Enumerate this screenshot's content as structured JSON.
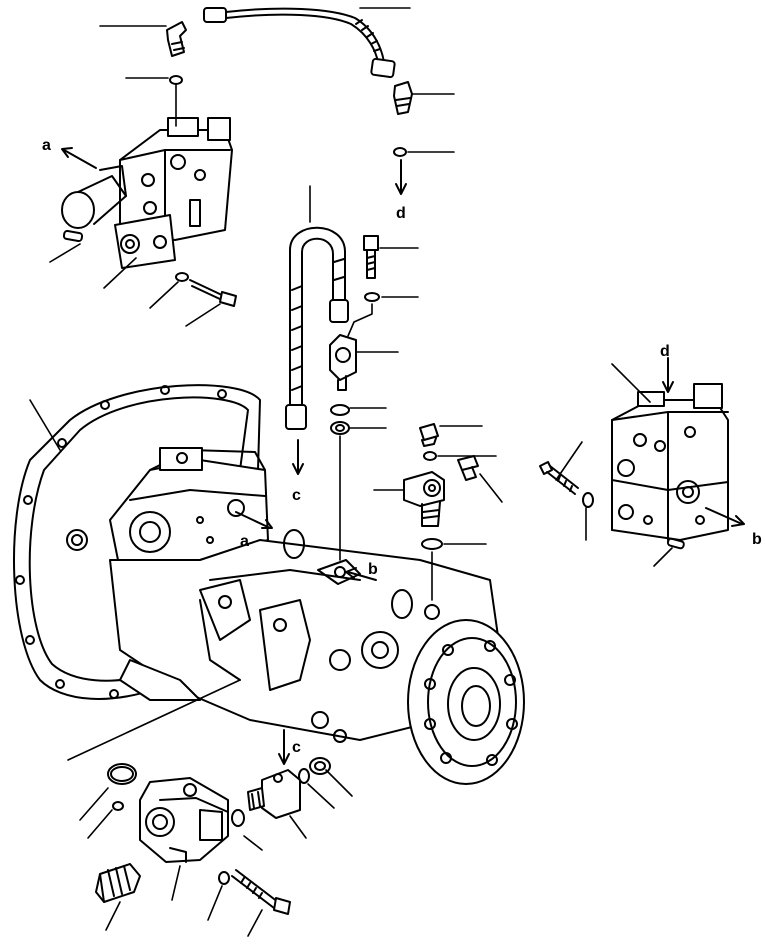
{
  "diagram": {
    "ref_labels": {
      "a_top": "a",
      "a_pump": "a",
      "b_pump": "b",
      "b_right": "b",
      "c_hose": "c",
      "c_bottom": "c",
      "d_top": "d",
      "d_right": "d"
    }
  }
}
